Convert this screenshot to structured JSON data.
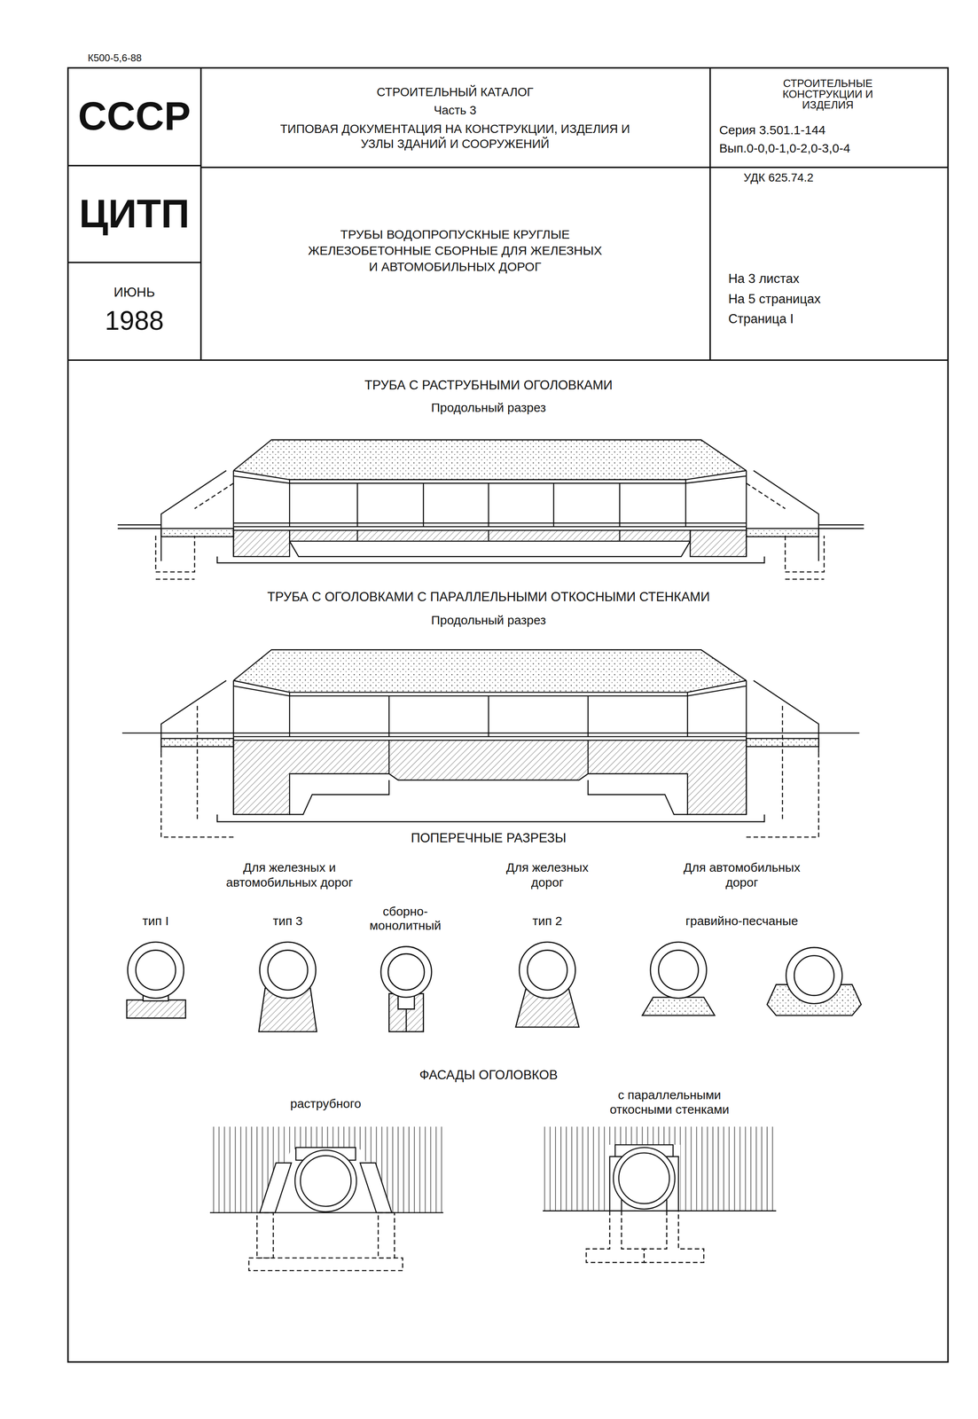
{
  "diagram": {
    "nodes": [
      {
        "text": [
          "СССР"
        ]
      },
      {
        "text": [
          "СТРОИТЕЛЬНЫЙ КАТАЛОГ",
          "Часть 3",
          "ТИПОВАЯ ДОКУМЕНТАЦИЯ НА КОНСТРУКЦИИ, ИЗДЕЛИЯ И УЗЛЫ ЗДАНИЙ И СООРУЖЕНИЙ"
        ]
      },
      {
        "text": [
          "СТРОИТЕЛЬНЫЕ КОНСТРУКЦИИ И ИЗДЕЛИЯ",
          "Серия 3.501.1-144",
          "Вып.0-0,0-1,0-2,0-3,0-4"
        ]
      },
      {
        "text": [
          "ЦИТП"
        ]
      },
      {
        "text": [
          "ТРУБЫ ВОДОПРОПУСКНЫЕ КРУГЛЫЕ ЖЕЛЕЗОБЕТОННЫЕ СБОРНЫЕ ДЛЯ ЖЕЛЕЗНЫХ И АВТОМОБИЛЬНЫХ ДОРОГ"
        ]
      },
      {
        "text": [
          "УДК 625.74.2",
          "На 3 листах",
          "На 5 страницах",
          "Страница I"
        ]
      },
      {
        "text": [
          "ИЮНЬ",
          "1988"
        ]
      }
    ],
    "labels": [
      "К500-5,6-88",
      "ТРУБА С РАСТРУБНЫМИ ОГОЛОВКАМИ",
      "Продольный разрез",
      "ТРУБА С ОГОЛОВКАМИ С ПАРАЛЛЕЛЬНЫМИ ОТКОСНЫМИ СТЕНКАМИ",
      "Продольный разрез",
      "ПОПЕРЕЧНЫЕ РАЗРЕЗЫ",
      "Для железных и автомобильных дорог",
      "Для железных дорог",
      "Для автомобильных дорог",
      "тип I",
      "тип 3",
      "сборно-монолитный",
      "тип 2",
      "гравийно-песчаные",
      "ФАСАДЫ ОГОЛОВКОВ",
      "раструбного",
      "с параллельными откосными стенками"
    ]
  }
}
